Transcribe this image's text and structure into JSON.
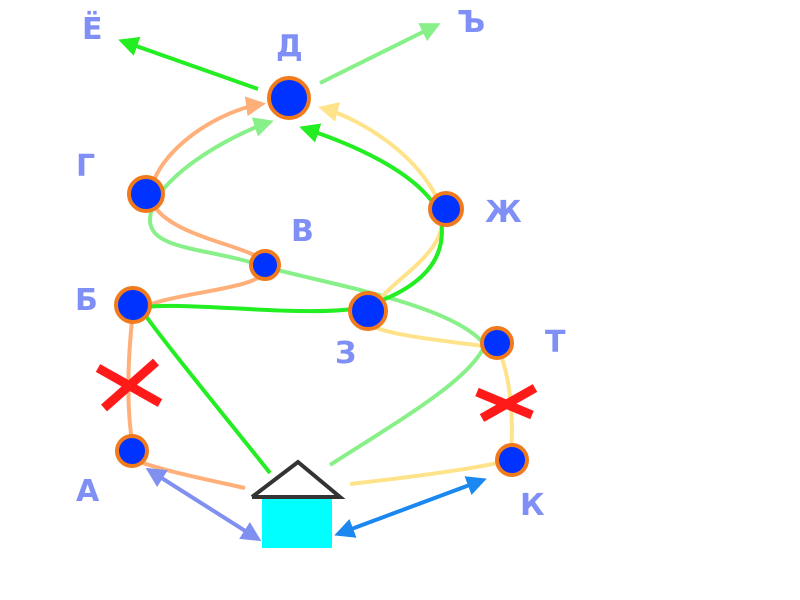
{
  "colors": {
    "label": "#7f8ff5",
    "node_fill": "#0033ff",
    "node_ring": "#f07a1c",
    "cross": "#ff1a1a",
    "house_roof": "#333333",
    "house_body": "#00ffff",
    "route_orange": "#ffb07a",
    "route_lightgreen": "#88f088",
    "route_yellow": "#ffe38a",
    "route_green": "#22ee22",
    "arrow_left_blue": "#8090f0",
    "arrow_right_blue": "#1a88f0"
  },
  "labels": {
    "yo": "Ё",
    "d": "Д",
    "hard": "Ъ",
    "g": "Г",
    "zh": "Ж",
    "v": "В",
    "b": "Б",
    "z": "З",
    "t": "Т",
    "a": "А",
    "k": "К"
  },
  "icons": {
    "house": "house-icon",
    "blocked": "cross-icon"
  }
}
